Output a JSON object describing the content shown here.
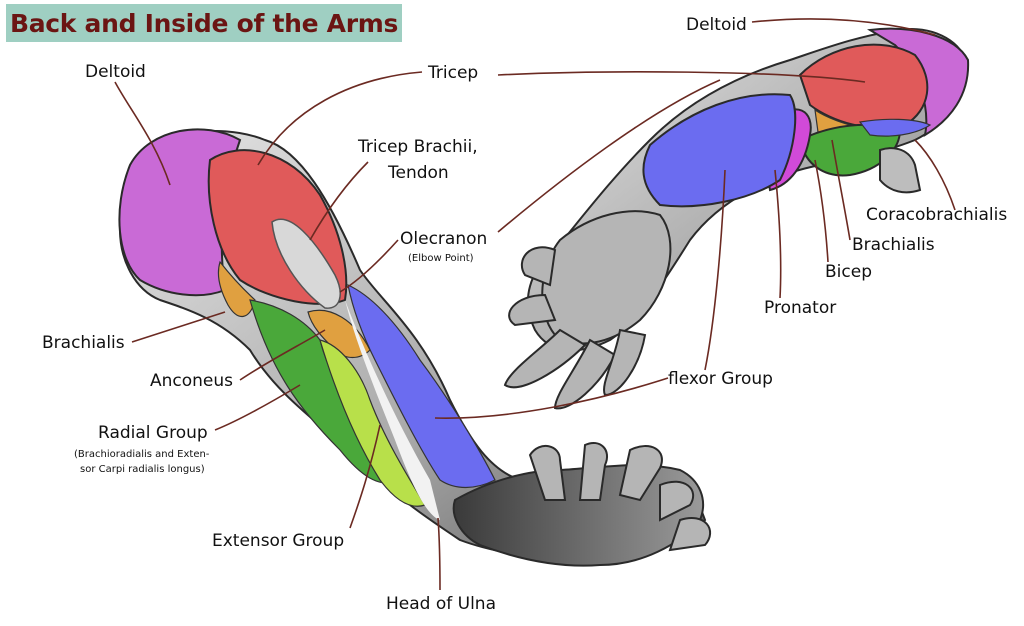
{
  "title": "Back and Inside of the Arms",
  "labels": {
    "deltoid_left": "Deltoid",
    "deltoid_right": "Deltoid",
    "tricep": "Tricep",
    "tricep_brachii_1": "Tricep Brachii,",
    "tricep_brachii_2": "Tendon",
    "olecranon": "Olecranon",
    "olecranon_sub": "(Elbow Point)",
    "brachialis_left": "Brachialis",
    "anconeus": "Anconeus",
    "radial_group": "Radial Group",
    "radial_sub_1": "(Brachioradialis and Exten-",
    "radial_sub_2": "sor Carpi radialis longus)",
    "extensor_group": "Extensor Group",
    "head_of_ulna": "Head of Ulna",
    "flexor_group": "flexor Group",
    "coracobrachialis": "Coracobrachialis",
    "brachialis_right": "Brachialis",
    "bicep": "Bicep",
    "pronator": "Pronator"
  },
  "colors": {
    "title_bg": "#9fcfc2",
    "title_text": "#6b1513",
    "deltoid": "#c96ad6",
    "tricep": "#e05a5a",
    "blue_group": "#6b6cf0",
    "green_radial": "#4aa83a",
    "lime_extensor": "#b8e04a",
    "orange": "#e0a040",
    "skin_grey": "#b5b5b5",
    "leader": "#6b2a22"
  }
}
